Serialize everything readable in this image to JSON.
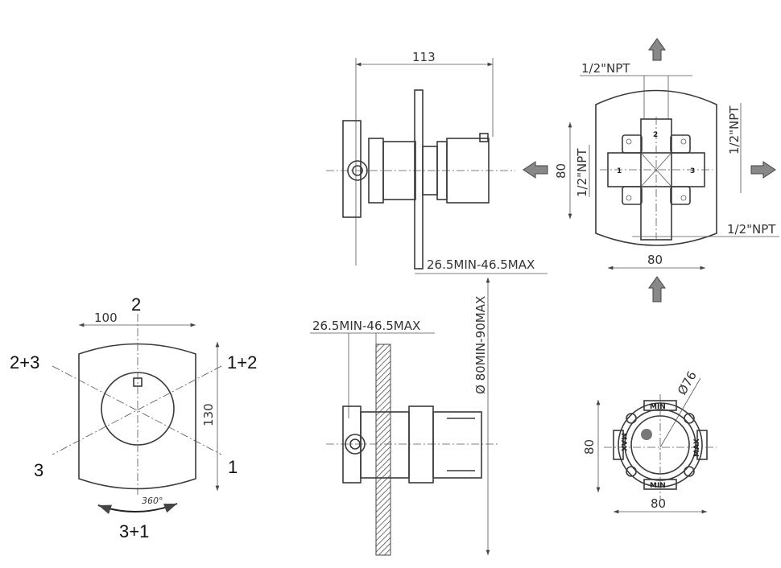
{
  "drawing": {
    "side_view_top": {
      "length": "113",
      "wall_range": "26.5MIN-46.5MAX"
    },
    "top_view": {
      "port_size_top": "1/2\"NPT",
      "port_size_left": "1/2\"NPT",
      "port_size_right": "1/2\"NPT",
      "port_size_bottom": "1/2\"NPT",
      "height": "80",
      "width": "80",
      "port_1": "1",
      "port_2": "2",
      "port_3": "3"
    },
    "front_plate": {
      "width": "100",
      "height": "130",
      "pos_top": "2",
      "pos_top_left": "2+3",
      "pos_top_right": "1+2",
      "pos_bottom_left": "3",
      "pos_bottom_right": "1",
      "pos_bottom": "3+1",
      "rotation": "360°"
    },
    "side_view_bottom": {
      "wall_range": "26.5MIN-46.5MAX",
      "cutout": "Ø 80MIN-90MAX"
    },
    "end_view": {
      "diameter": "Ø76",
      "height": "80",
      "width": "80",
      "min_top": "MIN",
      "min_bottom": "MIN",
      "max_left": "MAX",
      "max_right": "MAX"
    }
  }
}
